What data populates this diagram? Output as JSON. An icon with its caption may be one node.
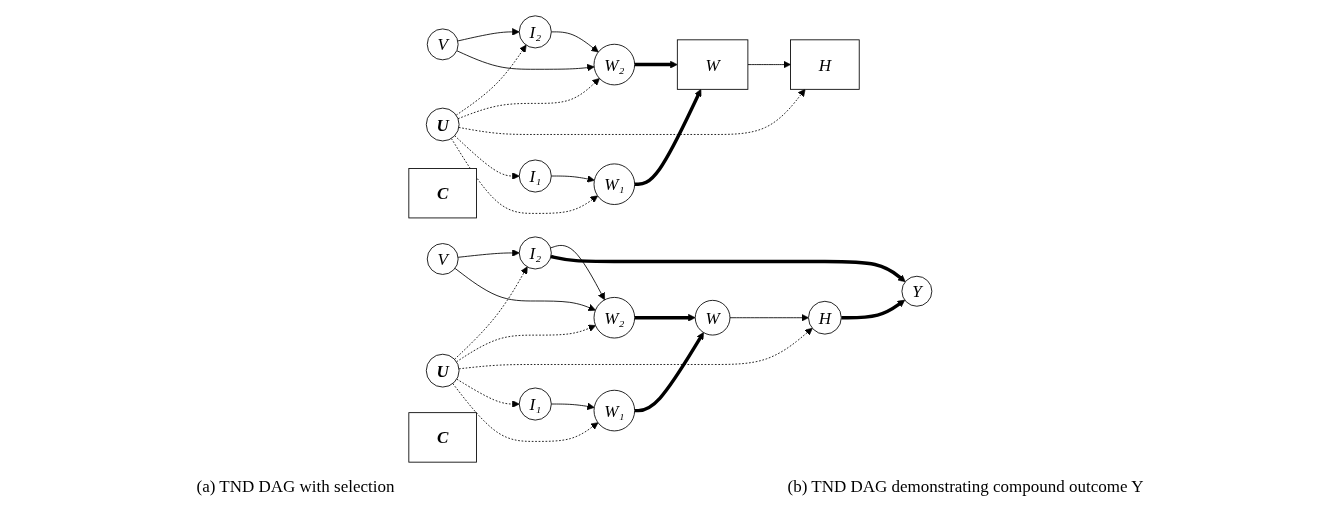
{
  "diagram": {
    "nodes": [
      {
        "text": [
          "U"
        ]
      },
      {
        "text": [
          "V"
        ]
      },
      {
        "text": [
          "I₂"
        ]
      },
      {
        "text": [
          "W₂"
        ]
      },
      {
        "text": [
          "W"
        ]
      },
      {
        "text": [
          "H"
        ]
      },
      {
        "text": [
          "C"
        ]
      },
      {
        "text": [
          "I₁"
        ]
      },
      {
        "text": [
          "W₁"
        ]
      },
      {
        "text": [
          "U"
        ]
      },
      {
        "text": [
          "Y"
        ]
      },
      {
        "text": [
          "V"
        ]
      },
      {
        "text": [
          "I₂"
        ]
      },
      {
        "text": [
          "W₂"
        ]
      },
      {
        "text": [
          "W"
        ]
      },
      {
        "text": [
          "H"
        ]
      },
      {
        "text": [
          "C"
        ]
      },
      {
        "text": [
          "I₁"
        ]
      },
      {
        "text": [
          "W₁"
        ]
      }
    ],
    "edges": [
      {
        "from": 0,
        "to": 2,
        "arrow": "to",
        "style": "dashed"
      },
      {
        "from": 0,
        "to": 3,
        "arrow": "to",
        "style": "dashed"
      },
      {
        "from": 1,
        "to": 2,
        "arrow": "to"
      },
      {
        "from": 1,
        "to": 3,
        "arrow": "to"
      },
      {
        "from": 2,
        "to": 3,
        "arrow": "to"
      },
      {
        "from": 3,
        "to": 4,
        "arrow": "to",
        "style": "thick"
      },
      {
        "from": 4,
        "to": 5,
        "arrow": "to"
      },
      {
        "from": 0,
        "to": 5,
        "arrow": "to",
        "style": "dashed"
      },
      {
        "from": 0,
        "to": 7,
        "arrow": "to",
        "style": "dashed"
      },
      {
        "from": 0,
        "to": 8,
        "arrow": "to",
        "style": "dashed"
      },
      {
        "from": 7,
        "to": 8,
        "arrow": "to"
      },
      {
        "from": 8,
        "to": 4,
        "arrow": "to",
        "style": "thick"
      },
      {
        "from": 9,
        "to": 12,
        "arrow": "to",
        "style": "dashed"
      },
      {
        "from": 9,
        "to": 13,
        "arrow": "to",
        "style": "dashed"
      },
      {
        "from": 11,
        "to": 12,
        "arrow": "to"
      },
      {
        "from": 11,
        "to": 13,
        "arrow": "to"
      },
      {
        "from": 12,
        "to": 13,
        "arrow": "to"
      },
      {
        "from": 12,
        "to": 10,
        "arrow": "to",
        "style": "thick"
      },
      {
        "from": 13,
        "to": 14,
        "arrow": "to",
        "style": "thick"
      },
      {
        "from": 14,
        "to": 15,
        "arrow": "to"
      },
      {
        "from": 15,
        "to": 10,
        "arrow": "to",
        "style": "thick"
      },
      {
        "from": 9,
        "to": 15,
        "arrow": "to",
        "style": "dashed"
      },
      {
        "from": 9,
        "to": 17,
        "arrow": "to",
        "style": "dashed"
      },
      {
        "from": 9,
        "to": 18,
        "arrow": "to",
        "style": "dashed"
      },
      {
        "from": 17,
        "to": 18,
        "arrow": "to"
      },
      {
        "from": 18,
        "to": 14,
        "arrow": "to",
        "style": "thick"
      }
    ],
    "labels": [
      "(a)  TND DAG with selection",
      "(b)  TND DAG demonstrating compound outcome Y"
    ]
  }
}
